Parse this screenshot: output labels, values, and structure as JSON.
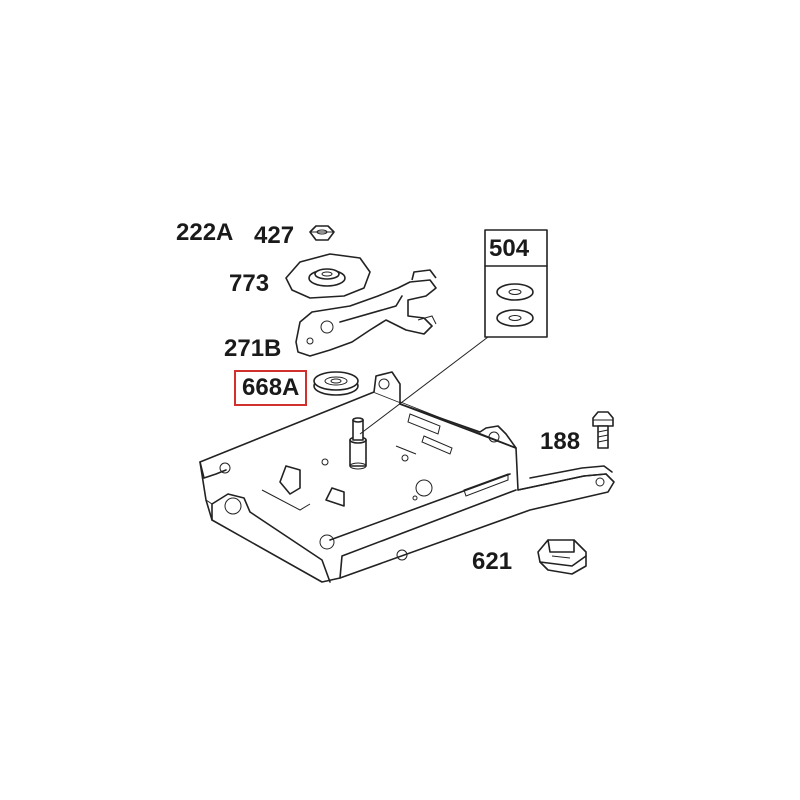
{
  "labels": {
    "p222a": "222A",
    "p427": "427",
    "p773": "773",
    "p271b": "271B",
    "p668a": "668A",
    "p504": "504",
    "p188": "188",
    "p621": "621"
  },
  "highlight": {
    "part": "668A",
    "color": "#d0312d"
  }
}
